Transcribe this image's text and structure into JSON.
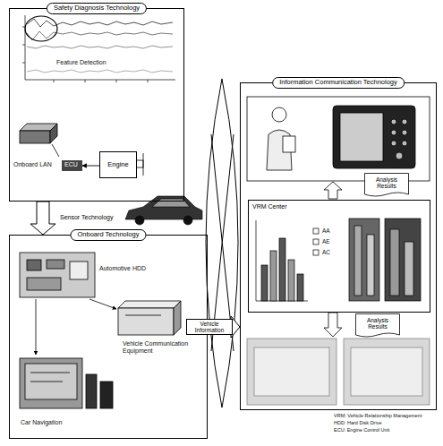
{
  "diagram": {
    "nodes": [
      {
        "text": [
          "Safety Diagnosis Technology"
        ]
      },
      {
        "text": [
          "Engine"
        ],
        "in": 0
      },
      {
        "text": [
          "ECU"
        ],
        "in": 0
      },
      {
        "text": [
          "Onboard Technology"
        ]
      },
      {
        "text": [
          "Information Communication Technology"
        ]
      },
      {
        "text": [
          "Analysis Results"
        ],
        "in": 4
      },
      {
        "text": [
          "VRM Center"
        ],
        "in": 4
      },
      {
        "text": [
          "Analysis Results"
        ],
        "in": 4
      }
    ],
    "edges": [
      {
        "from": 1,
        "to": 2,
        "arrow": "to"
      },
      {
        "from": 0,
        "to": 3,
        "label": "Sensor Technology",
        "arrow": "to"
      },
      {
        "from": 3,
        "to": 4,
        "label": "Vehicle Information",
        "arrow": "to"
      }
    ],
    "labels": [
      "Feature Detection",
      "Onboard LAN",
      "Automotive HDD",
      "Vehicle Communication Equipment",
      "Car Navigation",
      "AA",
      "AE",
      "AC",
      "VRM: Vehicle Relationship Management",
      "HDD: Hard Disk Drive",
      "ECU: Engine Control Unit"
    ]
  }
}
